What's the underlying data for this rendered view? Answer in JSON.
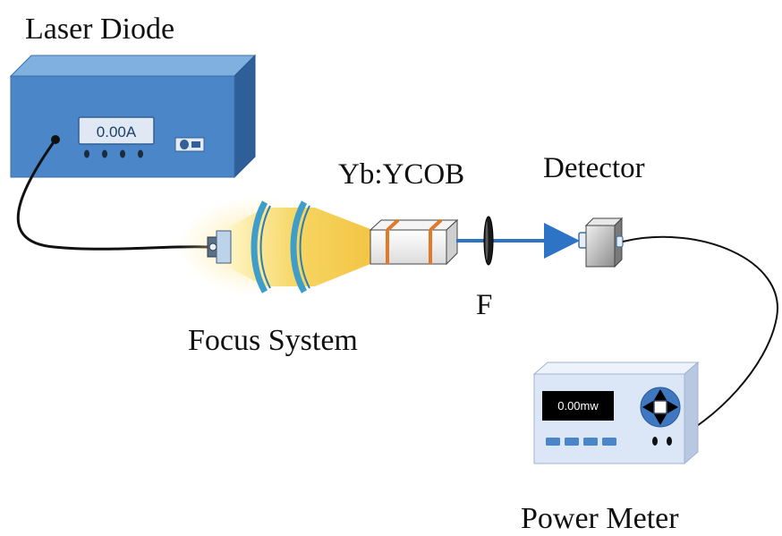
{
  "labels": {
    "laser_diode": "Laser Diode",
    "crystal": "Yb:YCOB",
    "detector": "Detector",
    "filter": "F",
    "focus_system": "Focus System",
    "power_meter": "Power Meter"
  },
  "laser_diode": {
    "display": "0.00A"
  },
  "power_meter": {
    "display": "0.00mw"
  },
  "colors": {
    "laser_body": "#4a86c8",
    "laser_top": "#7fb0e0",
    "laser_side": "#2f5f98",
    "beam": "#2e74c6",
    "pump_glow": "#f4c542",
    "lens": "#4fa4cf",
    "crystal_band": "#e07a2a",
    "meter_body": "#dbe7f7",
    "meter_screen": "#000000",
    "cable": "#111111"
  }
}
